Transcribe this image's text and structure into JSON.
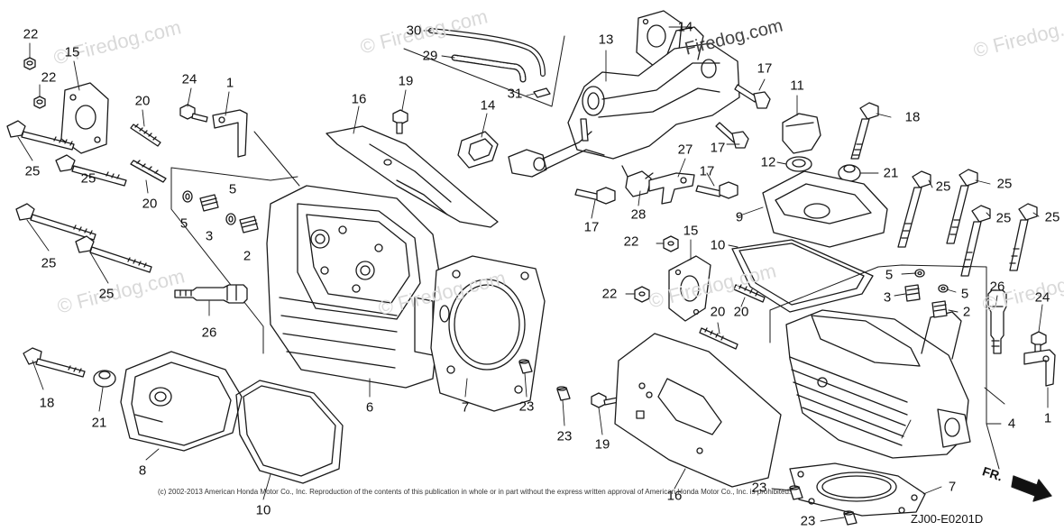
{
  "watermark_text": "© Firedog.com",
  "watermark_brand": "Firedog.com",
  "copyright": "(c) 2002-2013 American Honda Motor Co., Inc. Reproduction of the contents of this publication in whole or in part without the express written approval of American Honda Motor Co., Inc. is prohibited.",
  "diagram_code": "ZJ00-E0201D",
  "direction_label": "FR.",
  "callouts": {
    "c22a": "22",
    "c15a": "15",
    "c22b": "22",
    "c20a": "20",
    "c25a": "25",
    "c25b": "25",
    "c20b": "20",
    "c24a": "24",
    "c1a": "1",
    "c16a": "16",
    "c19a": "19",
    "c30": "30",
    "c29": "29",
    "c31": "31",
    "c13": "13",
    "c14a": "14",
    "c14b": "14",
    "c5a": "5",
    "c5b": "5",
    "c3a": "3",
    "c2a": "2",
    "c25c": "25",
    "c25d": "25",
    "c26a": "26",
    "c18a": "18",
    "c21a": "21",
    "c8": "8",
    "c10a": "10",
    "c6": "6",
    "c7a": "7",
    "c23a": "23",
    "c23b": "23",
    "c19b": "19",
    "c17a": "17",
    "c28": "28",
    "c27": "27",
    "c17b": "17",
    "c17c": "17",
    "c11": "11",
    "c12": "12",
    "c9": "9",
    "c21b": "21",
    "c18b": "18",
    "c25e": "25",
    "c25f": "25",
    "c25g": "25",
    "c25h": "25",
    "c22c": "22",
    "c22d": "22",
    "c15b": "15",
    "c10b": "10",
    "c20c": "20",
    "c20d": "20",
    "c5c": "5",
    "c5d": "5",
    "c3b": "3",
    "c2b": "2",
    "c26b": "26",
    "c24b": "24",
    "c1b": "1",
    "c4": "4",
    "c16b": "16",
    "c23c": "23",
    "c23d": "23",
    "c7b": "7",
    "c17d": "17"
  }
}
